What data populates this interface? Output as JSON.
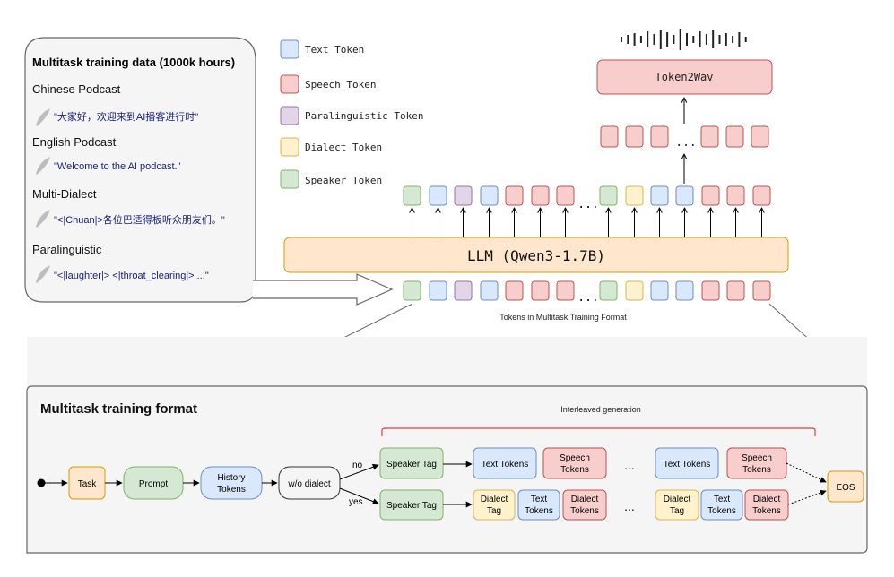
{
  "data_panel": {
    "title": "Multitask training data (1000k hours)",
    "items": [
      {
        "label": "Chinese Podcast",
        "example": "\"大家好，欢迎来到AI播客进行时\""
      },
      {
        "label": "English Podcast",
        "example": "\"Welcome to the AI podcast.\""
      },
      {
        "label": "Multi-Dialect",
        "example": "\"<|Chuan|>各位巴适得板听众朋友们。\""
      },
      {
        "label": "Paralinguistic",
        "example": "\"<|laughter|>   <|throat_clearing|> ...\""
      }
    ]
  },
  "legend": [
    {
      "label": "Text Token",
      "fill": "#dae8fc",
      "stroke": "#6c8ebf"
    },
    {
      "label": "Speech Token",
      "fill": "#f8cecc",
      "stroke": "#b85450"
    },
    {
      "label": "Paralinguistic Token",
      "fill": "#e1d5e7",
      "stroke": "#9673a6"
    },
    {
      "label": "Dialect Token",
      "fill": "#fff2cc",
      "stroke": "#d6b656"
    },
    {
      "label": "Speaker Token",
      "fill": "#d5e8d4",
      "stroke": "#82b366"
    }
  ],
  "llm_label": "LLM (Qwen3-1.7B)",
  "token2wav_label": "Token2Wav",
  "tokens_caption": "Tokens in Multitask Training Format",
  "token_sequence": [
    "speaker",
    "text",
    "para",
    "text",
    "speech",
    "speech",
    "speech",
    "ellipsis",
    "speaker",
    "dialect",
    "text",
    "text",
    "speech",
    "speech",
    "speech"
  ],
  "output_speech_count_left": 3,
  "output_speech_count_right": 3,
  "ellipsis": "...",
  "format": {
    "title": "Multitask training format",
    "interleaved_label": "Interleaved generation",
    "task": "Task",
    "prompt": "Prompt",
    "history_tokens": "History Tokens",
    "wo_dialect": "w/o dialect",
    "no": "no",
    "yes": "yes",
    "speaker_tag": "Speaker Tag",
    "text_tokens": "Text Tokens",
    "speech_tokens": "Speech Tokens",
    "dialect_tag": "Dialect Tag",
    "dialect_tokens": "Dialect Tokens",
    "eos": "EOS"
  },
  "colors": {
    "text_fill": "#dae8fc",
    "text_stroke": "#6c8ebf",
    "speech_fill": "#f8cecc",
    "speech_stroke": "#b85450",
    "dialect_fill": "#fff2cc",
    "dialect_stroke": "#d6b656",
    "speaker_fill": "#d5e8d4",
    "speaker_stroke": "#82b366",
    "task_fill": "#ffe6cc",
    "task_stroke": "#d79b00",
    "llm_fill": "#ffe6cc",
    "llm_stroke": "#d79b00",
    "example_text": "#1a237e",
    "bracket": "#e0403a"
  }
}
